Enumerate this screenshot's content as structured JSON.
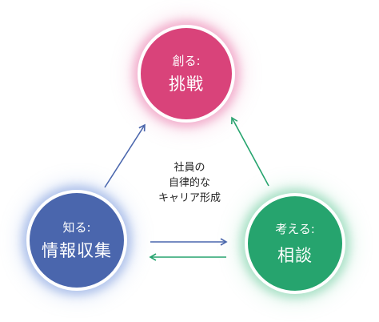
{
  "nodes": {
    "create": {
      "verb": "創る:",
      "word": "挑戦",
      "color": "#d9437a"
    },
    "know": {
      "verb": "知る:",
      "word": "情報収集",
      "color": "#4a66ad"
    },
    "think": {
      "verb": "考える:",
      "word": "相談",
      "color": "#26a46e"
    }
  },
  "center": {
    "lines": [
      "社員の",
      "自律的な",
      "キャリア形成"
    ]
  },
  "edges": [
    {
      "from": "know",
      "to": "create",
      "color": "#4a66ad"
    },
    {
      "from": "think",
      "to": "create",
      "color": "#26a46e"
    },
    {
      "from": "know",
      "to": "think",
      "color": "#4a66ad"
    },
    {
      "from": "think",
      "to": "know",
      "color": "#26a46e"
    }
  ]
}
